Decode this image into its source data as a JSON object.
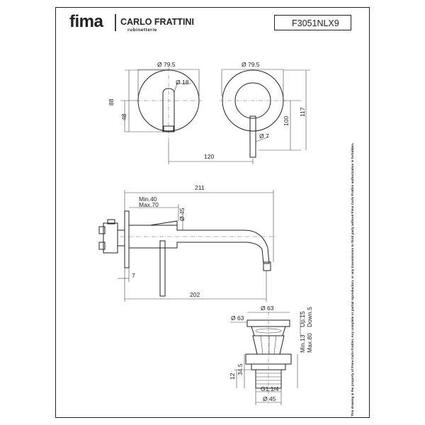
{
  "header": {
    "brand": "fima",
    "brand_sub_name": "CARLO FRATTINI",
    "brand_sub_tag": "rubinetterie",
    "code": "F3051NLX9"
  },
  "dimensions": {
    "plate_left_diam": "Ø 79.5",
    "plate_right_diam": "Ø 79.5",
    "lever_diam": "Ø 18",
    "lever_tip_diam": "Ø 7",
    "height_88": "88",
    "height_48": "48",
    "height_100": "100",
    "height_117": "117",
    "spacing_120": "120",
    "spout_length_211": "211",
    "min_40": "Min.40",
    "max_70": "Max.70",
    "spout_diam_45": "Ø 45",
    "gap_7": "7",
    "length_202": "202",
    "waste_top_diam": "Ø 63",
    "waste_side_diam": "Ø 63",
    "up_15": "Up.15",
    "down_5": "Down.5",
    "min_13": "Min.13",
    "max_80": "Max.80",
    "dim_34_5": "34.5",
    "dim_12": "12",
    "thread": "G1.1/4",
    "waste_bottom_diam": "Ø 45"
  },
  "side_note": "This drawing is the property of Fima Carlo Frattini. Any complete or partial reproduction, or any transmission to third party without Fima Carlo Frattini authorization is forbidden."
}
